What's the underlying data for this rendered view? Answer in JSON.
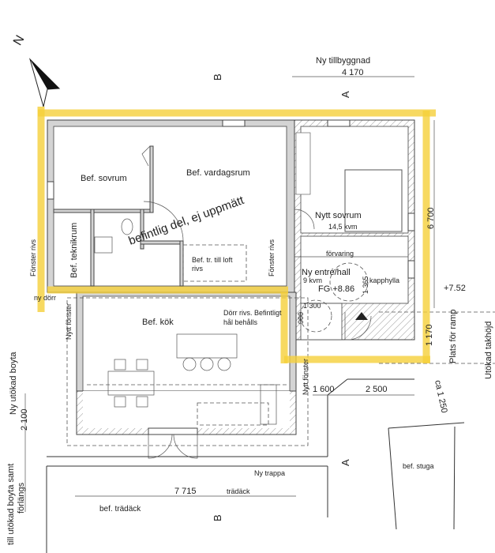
{
  "north": {
    "label": "N"
  },
  "colors": {
    "highlight": "#f5cf3a",
    "wall": "#d4d4d4",
    "line": "#333333"
  },
  "header": {
    "extension_title": "Ny tillbyggnad",
    "extension_width": "4 170"
  },
  "section_marks": {
    "a": "A",
    "b": "B"
  },
  "rooms": {
    "bedroom_existing": "Bef. sovrum",
    "living_existing": "Bef. vardagsrum",
    "existing_note": "befintlig del, ej uppmätt",
    "technical_room": "Bef. teknikrum",
    "stair_to_loft_1": "Bef. tr. till loft",
    "stair_to_loft_2": "rivs",
    "new_bedroom": "Nytt sovrum",
    "new_bedroom_area": "14,5 kvm",
    "storage": "förvaring",
    "new_entrance": "Ny entré/hall",
    "new_entrance_area": "9 kvm",
    "floor_level": "FG +8.86",
    "coat_rack": "kapphylla",
    "kitchen": "Bef. kök",
    "door_note_1": "Dörr rivs. Befintligt",
    "door_note_2": "hål behålls",
    "new_stair": "Ny trappa",
    "deck": "trädäck",
    "existing_cabin": "bef. stuga",
    "existing_deck": "bef. trädäck"
  },
  "annotations": {
    "window_removed_left": "Fönster rivs",
    "window_removed_mid": "Fönster rivs",
    "new_door": "ny dörr",
    "new_window_left": "Nytt fönster",
    "new_window_right": "Nytt fönster",
    "ramp_space": "Plats för ramp",
    "increased_ceiling": "Utökad takhöjd",
    "new_living_area": "Ny utökad boyta",
    "extended_area_1": "till utökad boyta samt",
    "extended_area_2": "förlängs",
    "ground_level": "+7.52"
  },
  "dimensions": {
    "height_extension": "6 700",
    "d1365": "1 365",
    "d1300": "1 300",
    "d900": "900",
    "d1600": "1 600",
    "d2500": "2 500",
    "d1170": "1 170",
    "d1250": "ca 1 250",
    "d2100": "2 100",
    "d7715": "7 715"
  }
}
